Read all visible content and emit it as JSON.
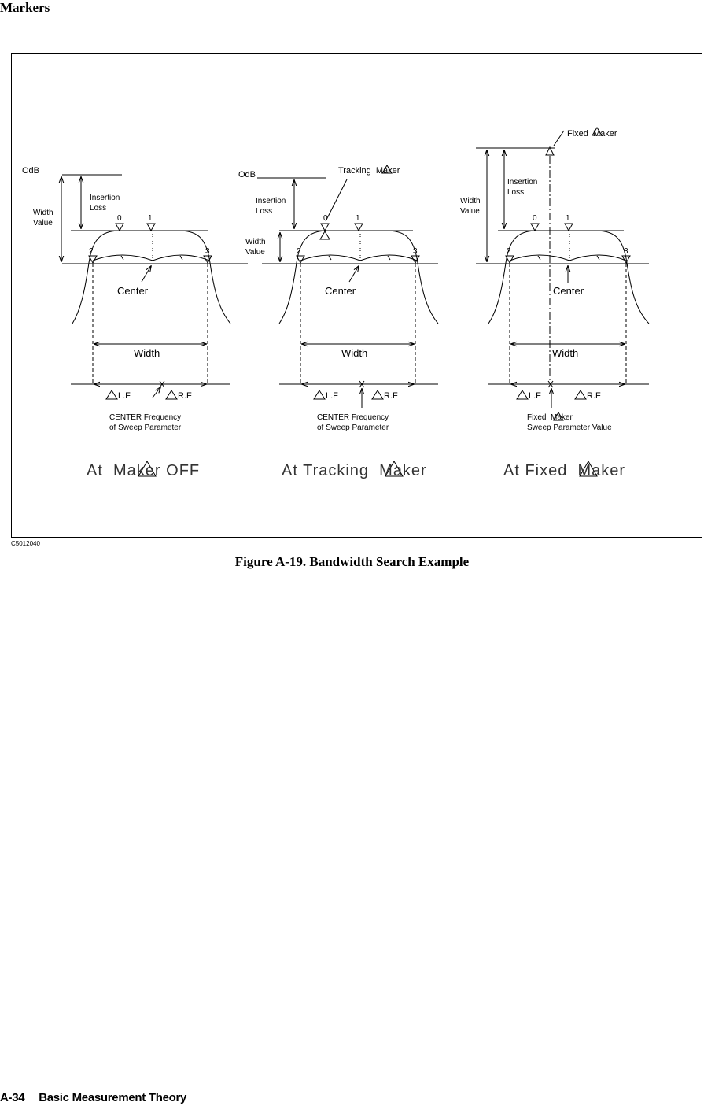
{
  "header": {
    "section": "Markers"
  },
  "figure": {
    "id": "C5012040",
    "caption": "Figure A-19. Bandwidth Search Example",
    "panels": [
      {
        "title": "At  Maker OFF",
        "zero_db": "OdB",
        "insertion_loss": [
          "Insertion",
          "Loss"
        ],
        "width_value": [
          "Width",
          "Value"
        ],
        "center": "Center",
        "width": "Width",
        "left_freq": "L.F",
        "right_freq": "R.F",
        "reference_note": [
          "CENTER Frequency",
          "of Sweep Parameter"
        ],
        "markers": [
          "0",
          "1",
          "2",
          "3"
        ]
      },
      {
        "title": "At Tracking  Maker",
        "zero_db": "OdB",
        "tracking_label": "Tracking  Maker",
        "insertion_loss": [
          "Insertion",
          "Loss"
        ],
        "width_value": [
          "Width",
          "Value"
        ],
        "center": "Center",
        "width": "Width",
        "left_freq": "L.F",
        "right_freq": "R.F",
        "reference_note": [
          "CENTER Frequency",
          "of Sweep Parameter"
        ],
        "markers": [
          "0",
          "1",
          "2",
          "3"
        ]
      },
      {
        "title": "At Fixed  Maker",
        "fixed_label": "Fixed  Maker",
        "insertion_loss": [
          "Insertion",
          "Loss"
        ],
        "width_value": [
          "Width",
          "Value"
        ],
        "center": "Center",
        "width": "Width",
        "left_freq": "L.F",
        "right_freq": "R.F",
        "reference_note": [
          "Fixed  Maker",
          "Sweep Parameter Value"
        ],
        "markers": [
          "0",
          "1",
          "2",
          "3"
        ]
      }
    ]
  },
  "footer": {
    "page": "A-34",
    "section": "Basic Measurement Theory"
  }
}
